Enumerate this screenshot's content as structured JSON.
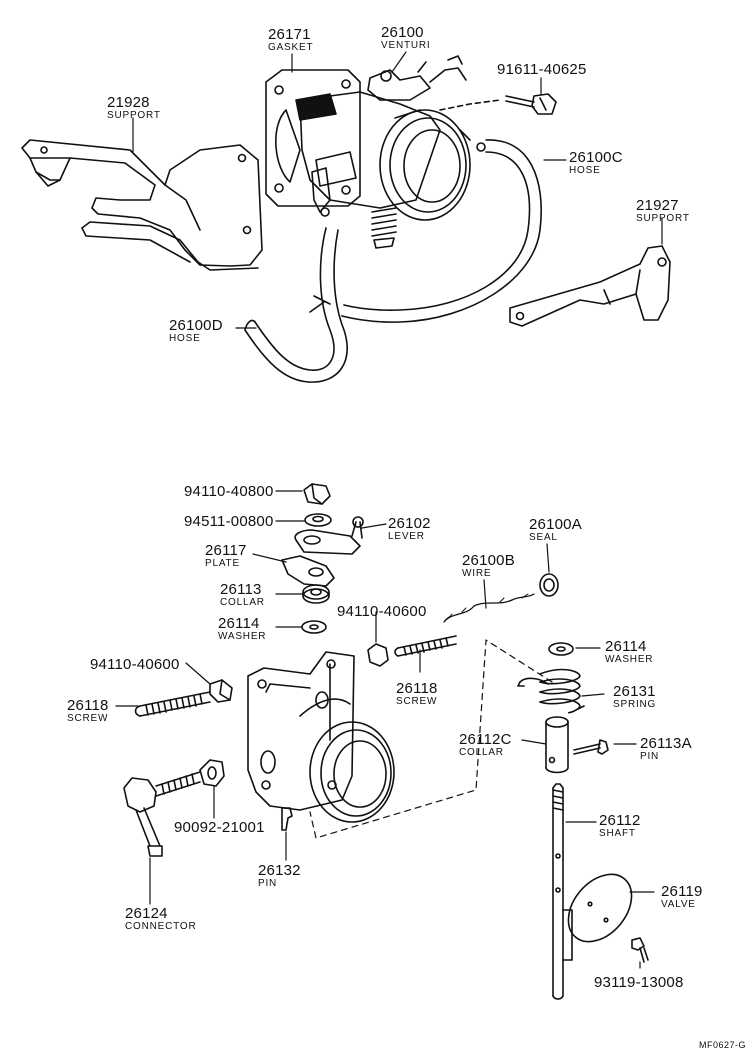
{
  "parts": [
    {
      "id": "p21928",
      "number": "21928",
      "name": "SUPPORT"
    },
    {
      "id": "p26171",
      "number": "26171",
      "name": "GASKET"
    },
    {
      "id": "p26100",
      "number": "26100",
      "name": "VENTURI"
    },
    {
      "id": "p91611",
      "number": "91611-40625",
      "name": ""
    },
    {
      "id": "p26100C",
      "number": "26100C",
      "name": "HOSE"
    },
    {
      "id": "p21927",
      "number": "21927",
      "name": "SUPPORT"
    },
    {
      "id": "p26100D",
      "number": "26100D",
      "name": "HOSE"
    },
    {
      "id": "p94110a",
      "number": "94110-40800",
      "name": ""
    },
    {
      "id": "p94511",
      "number": "94511-00800",
      "name": ""
    },
    {
      "id": "p26102",
      "number": "26102",
      "name": "LEVER"
    },
    {
      "id": "p26100A",
      "number": "26100A",
      "name": "SEAL"
    },
    {
      "id": "p26117",
      "number": "26117",
      "name": "PLATE"
    },
    {
      "id": "p26100B",
      "number": "26100B",
      "name": "WIRE"
    },
    {
      "id": "p26113",
      "number": "26113",
      "name": "COLLAR"
    },
    {
      "id": "p94110b",
      "number": "94110-40600",
      "name": ""
    },
    {
      "id": "p26114a",
      "number": "26114",
      "name": "WASHER"
    },
    {
      "id": "p26114b",
      "number": "26114",
      "name": "WASHER"
    },
    {
      "id": "p94110c",
      "number": "94110-40600",
      "name": ""
    },
    {
      "id": "p26118a",
      "number": "26118",
      "name": "SCREW"
    },
    {
      "id": "p26131",
      "number": "26131",
      "name": "SPRING"
    },
    {
      "id": "p26118b",
      "number": "26118",
      "name": "SCREW"
    },
    {
      "id": "p26112C",
      "number": "26112C",
      "name": "COLLAR"
    },
    {
      "id": "p26113A",
      "number": "26113A",
      "name": "PIN"
    },
    {
      "id": "p90092",
      "number": "90092-21001",
      "name": ""
    },
    {
      "id": "p26112",
      "number": "26112",
      "name": "SHAFT"
    },
    {
      "id": "p26132",
      "number": "26132",
      "name": "PIN"
    },
    {
      "id": "p26119",
      "number": "26119",
      "name": "VALVE"
    },
    {
      "id": "p26124",
      "number": "26124",
      "name": "CONNECTOR"
    },
    {
      "id": "p93119",
      "number": "93119-13008",
      "name": ""
    }
  ],
  "drawing_code": "MF0627-G"
}
